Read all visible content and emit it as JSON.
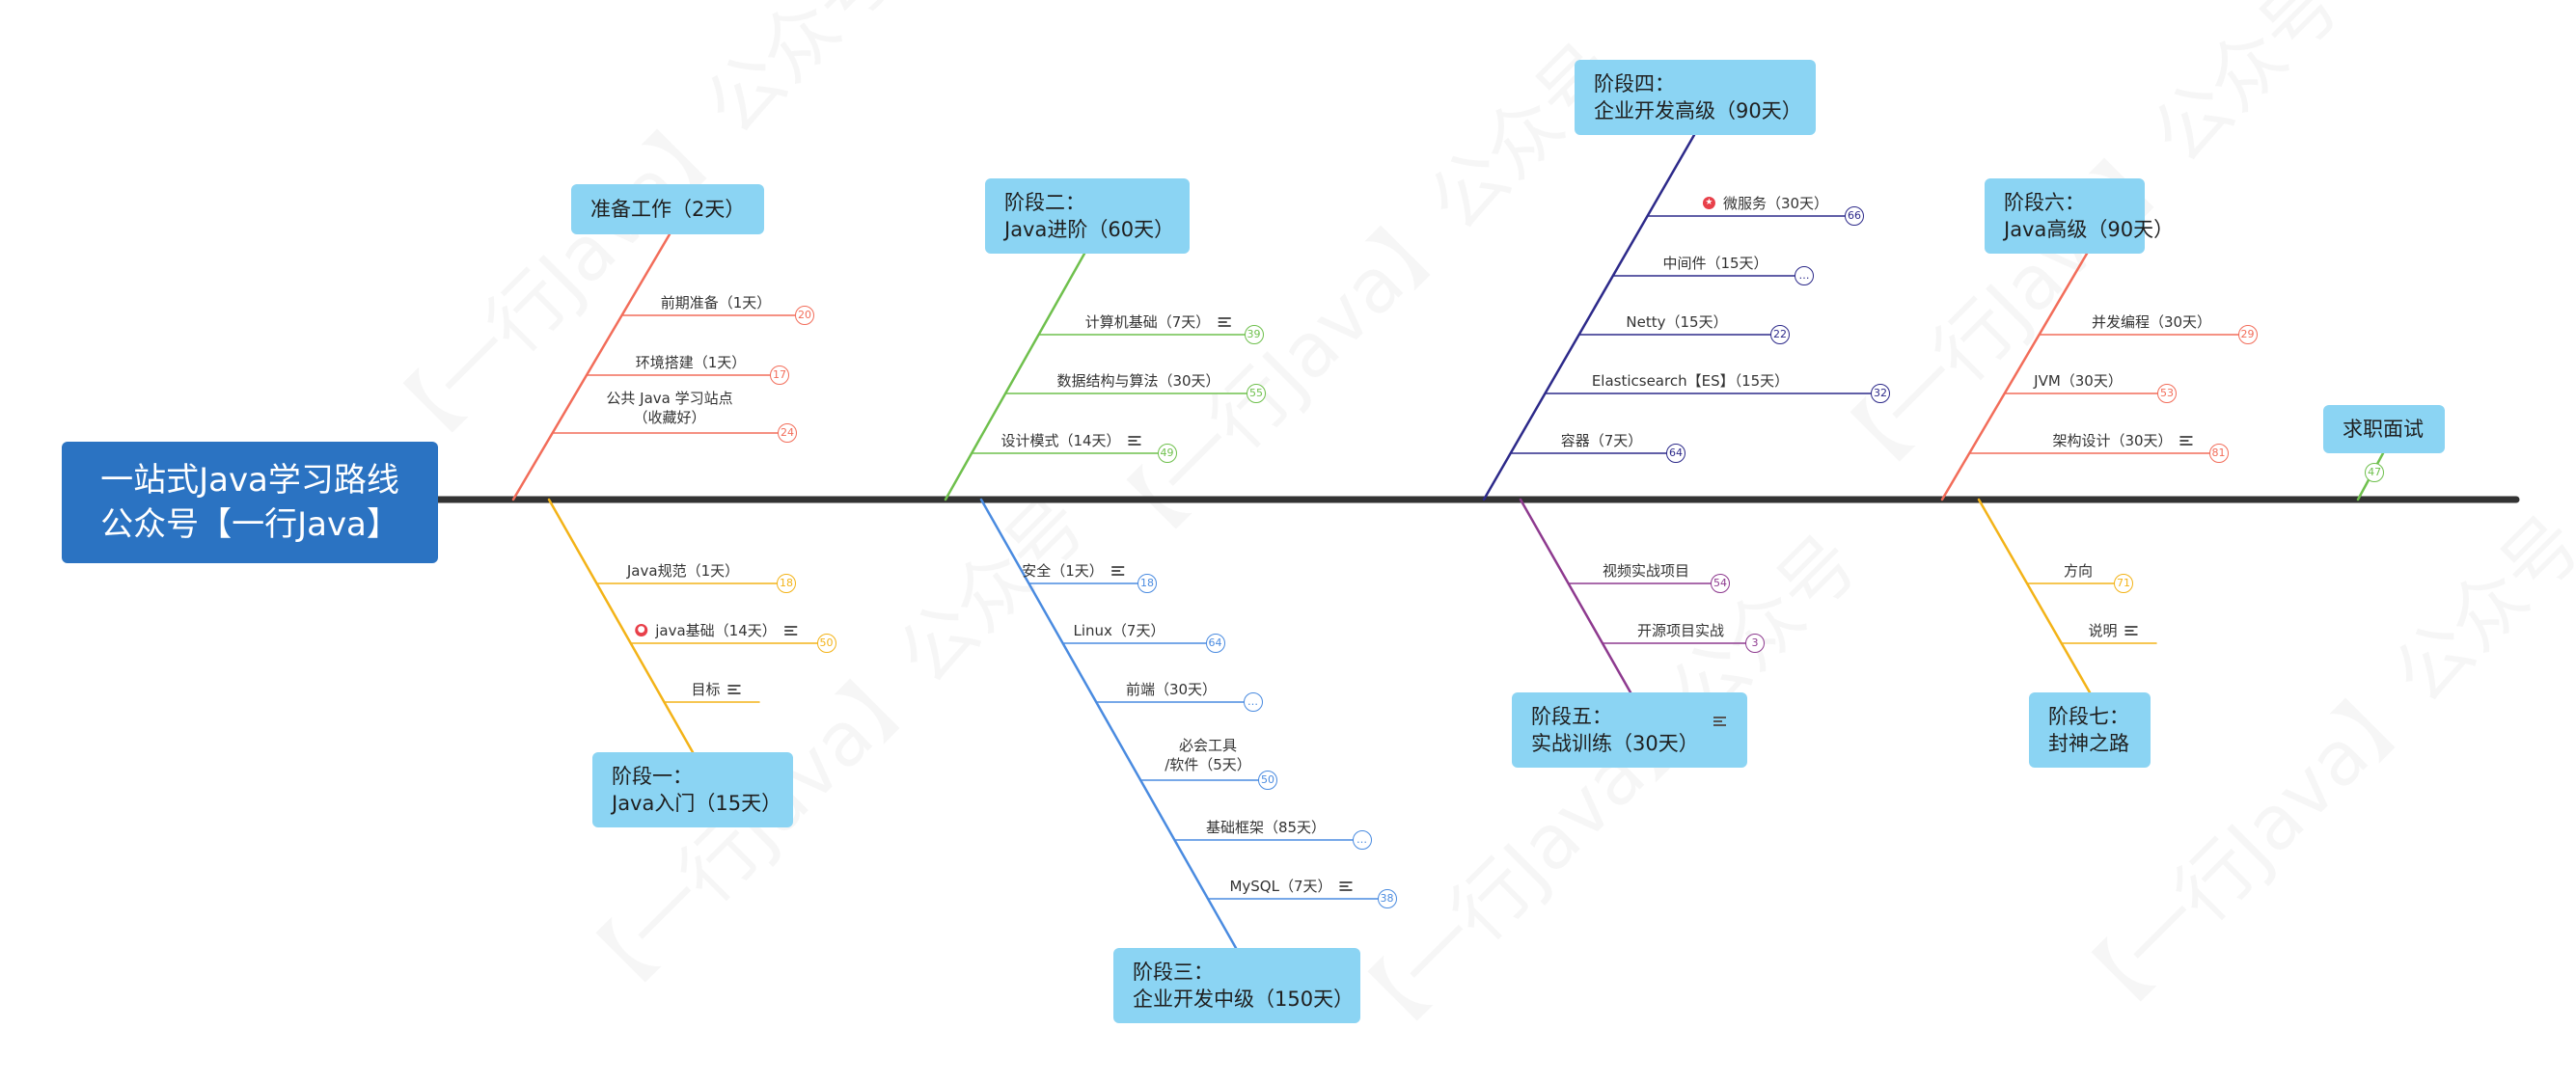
{
  "central": {
    "line1": "一站式Java学习路线",
    "line2": "公众号【一行Java】"
  },
  "watermark": "【一行Java】公众号",
  "stages": {
    "s0": {
      "l1": "准备工作（2天）",
      "color": "#f26d5a"
    },
    "s1": {
      "l1": "阶段一：",
      "l2": "Java入门（15天）",
      "color": "#f3b318"
    },
    "s2": {
      "l1": "阶段二：",
      "l2": "Java进阶（60天）",
      "color": "#6fc04d"
    },
    "s3": {
      "l1": "阶段三：",
      "l2": "企业开发中级（150天）",
      "color": "#4a8be0"
    },
    "s4": {
      "l1": "阶段四：",
      "l2": "企业开发高级（90天）",
      "color": "#2d2a8a"
    },
    "s5": {
      "l1": "阶段五：",
      "l2": "实战训练（30天）",
      "color": "#8e3a8f"
    },
    "s6": {
      "l1": "阶段六：",
      "l2": "Java高级（90天）",
      "color": "#f26d5a"
    },
    "s7": {
      "l1": "阶段七：",
      "l2": "封神之路",
      "color": "#f3b318"
    },
    "s8": {
      "l1": "求职面试",
      "color": "#6fc04d"
    }
  },
  "topics": {
    "s0": [
      {
        "label": "前期准备（1天）",
        "badge": "20"
      },
      {
        "label": "环境搭建（1天）",
        "badge": "17"
      },
      {
        "label": "公共 Java 学习站点",
        "label2": "（收藏好）",
        "badge": "24"
      }
    ],
    "s1": [
      {
        "label": "Java规范（1天）",
        "badge": "18"
      },
      {
        "label": "java基础（14天）",
        "badge": "50",
        "badge_color": "#f3b318"
      },
      {
        "label": "目标"
      }
    ],
    "s2": [
      {
        "label": "计算机基础（7天）",
        "badge": "39"
      },
      {
        "label": "数据结构与算法（30天）",
        "badge": "55"
      },
      {
        "label": "设计模式（14天）",
        "badge": "49"
      }
    ],
    "s3": [
      {
        "label": "安全（1天）",
        "badge": "18"
      },
      {
        "label": "Linux（7天）",
        "badge": "64"
      },
      {
        "label": "前端（30天）",
        "badge": "…"
      },
      {
        "label": "必会工具",
        "label2": "/软件（5天）",
        "badge": "50"
      },
      {
        "label": "基础框架（85天）",
        "badge": "…"
      },
      {
        "label": "MySQL（7天）",
        "badge": "38"
      }
    ],
    "s4": [
      {
        "label": "微服务（30天）",
        "badge": "66"
      },
      {
        "label": "中间件（15天）",
        "badge": "…"
      },
      {
        "label": "Netty（15天）",
        "badge": "22"
      },
      {
        "label": "Elasticsearch【ES】（15天）",
        "badge": "32"
      },
      {
        "label": "容器（7天）",
        "badge": "64"
      }
    ],
    "s5": [
      {
        "label": "视频实战项目",
        "badge": "54"
      },
      {
        "label": "开源项目实战",
        "badge": "3"
      }
    ],
    "s6": [
      {
        "label": "并发编程（30天）",
        "badge": "29"
      },
      {
        "label": "JVM（30天）",
        "badge": "53"
      },
      {
        "label": "架构设计（30天）",
        "badge": "81"
      }
    ],
    "s7": [
      {
        "label": "方向",
        "badge": "71"
      },
      {
        "label": "说明"
      }
    ],
    "s8": [
      {
        "badge": "47"
      }
    ]
  },
  "colors": {
    "spine": "#333333",
    "central_bg": "#2b73c2",
    "stage_bg": "#8bd4f3"
  }
}
